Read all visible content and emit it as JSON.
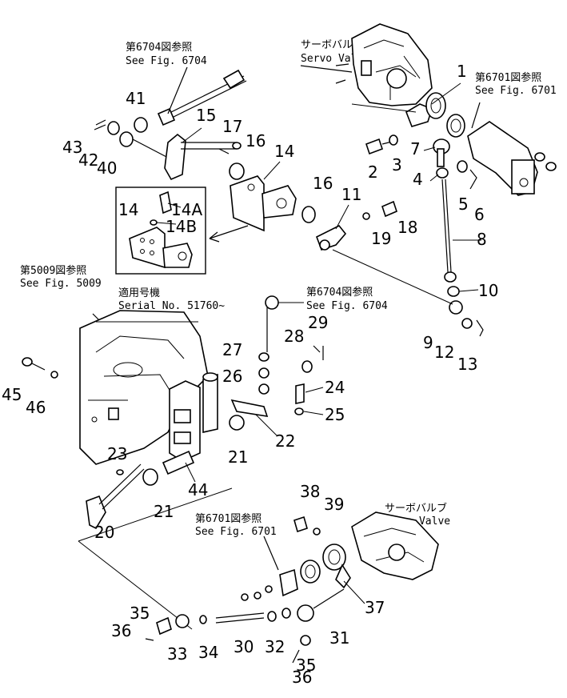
{
  "references": {
    "fig6704_top": {
      "jp": "第6704図参照",
      "en": "See Fig. 6704"
    },
    "servo_top": {
      "jp": "サーボバルブ",
      "en": "Servo Valve"
    },
    "fig6701_right": {
      "jp": "第6701図参照",
      "en": "See Fig. 6701"
    },
    "fig5009": {
      "jp": "第5009図参照",
      "en": "See Fig. 5009"
    },
    "serial": {
      "jp": "適用号機",
      "en": "Serial No. 51760~"
    },
    "fig6704_mid": {
      "jp": "第6704図参照",
      "en": "See Fig. 6704"
    },
    "fig6701_bottom": {
      "jp": "第6701図参照",
      "en": "See Fig. 6701"
    },
    "servo_bottom": {
      "jp": "サーボバルブ",
      "en": "Servo Valve"
    }
  },
  "callouts": [
    "1",
    "2",
    "3",
    "4",
    "5",
    "6",
    "7",
    "8",
    "9",
    "10",
    "11",
    "12",
    "13",
    "14",
    "14",
    "14A",
    "14B",
    "15",
    "16",
    "16",
    "17",
    "18",
    "19",
    "20",
    "21",
    "21",
    "22",
    "23",
    "24",
    "25",
    "26",
    "27",
    "28",
    "29",
    "30",
    "31",
    "32",
    "33",
    "34",
    "35",
    "35",
    "36",
    "36",
    "37",
    "38",
    "39",
    "40",
    "41",
    "42",
    "43",
    "44",
    "45",
    "46"
  ]
}
